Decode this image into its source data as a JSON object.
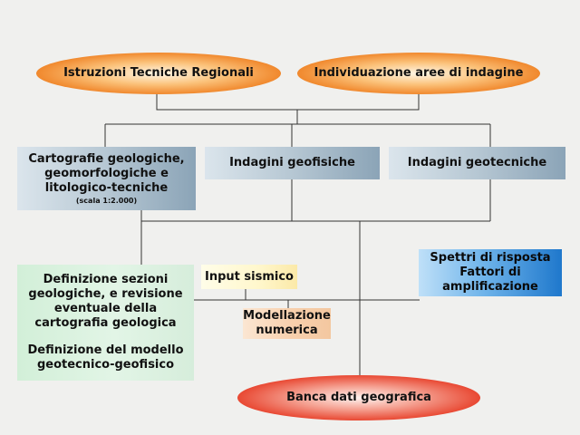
{
  "nodes": {
    "istruzioni": {
      "label": "Istruzioni Tecniche Regionali"
    },
    "individuazione": {
      "label": "Individuazione aree di indagine"
    },
    "cartografie": {
      "label": "Cartografie geologiche, geomorfologiche e litologico-tecniche",
      "note": "(scala 1:2.000)"
    },
    "geofisiche": {
      "label": "Indagini geofisiche"
    },
    "geotecniche": {
      "label": "Indagini geotecniche"
    },
    "definizione": {
      "label": "Definizione sezioni geologiche, e revisione eventuale della cartografia geologica",
      "label2": "Definizione del modello geotecnico-geofisico"
    },
    "input": {
      "label": "Input sismico"
    },
    "modellazione": {
      "label": "Modellazione numerica"
    },
    "spettri": {
      "label": "Spettri di risposta Fattori di amplificazione"
    },
    "banca": {
      "label": "Banca dati geografica"
    }
  },
  "colors": {
    "line": "#333333",
    "orange": "#f0862a",
    "red": "#e8452f",
    "steel": "#9fb4c4",
    "green": "#d6eddb",
    "yellow": "#fff7cc",
    "peach": "#f8d0ad",
    "blue": "#1f78cc"
  }
}
